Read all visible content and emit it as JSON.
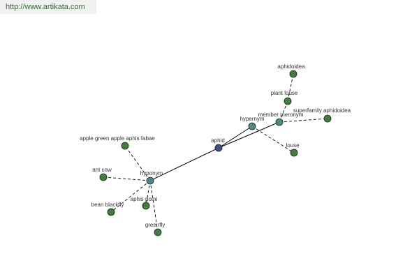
{
  "source_link": "http://www.artikata.com",
  "colors": {
    "root_fill": "#3f4e8c",
    "relation_fill": "#4a8a88",
    "leaf_fill": "#3f7f3a",
    "node_stroke": "#222222",
    "edge": "#000000"
  },
  "nodes": [
    {
      "id": "aphid",
      "label": "aphid",
      "kind": "root"
    },
    {
      "id": "hyponym",
      "label": "hyponym",
      "kind": "relation"
    },
    {
      "id": "hypernym",
      "label": "hypernym",
      "kind": "relation"
    },
    {
      "id": "member_meronym",
      "label": "member meronym",
      "kind": "relation"
    },
    {
      "id": "apple_green_apple_aphis_fabae",
      "label": "apple green apple aphis fabae",
      "kind": "leaf"
    },
    {
      "id": "ant_cow",
      "label": "ant cow",
      "kind": "leaf"
    },
    {
      "id": "aphis_pomi",
      "label": "aphis pomi",
      "kind": "leaf"
    },
    {
      "id": "bean_blackfly",
      "label": "bean blackfly",
      "kind": "leaf"
    },
    {
      "id": "greenfly",
      "label": "greenfly",
      "kind": "leaf"
    },
    {
      "id": "plant_louse",
      "label": "plant louse",
      "kind": "leaf"
    },
    {
      "id": "aphidoidea",
      "label": "aphidoidea",
      "kind": "leaf"
    },
    {
      "id": "superfamily_aphidoidea",
      "label": "superfamily aphidoidea",
      "kind": "leaf"
    },
    {
      "id": "louse",
      "label": "louse",
      "kind": "leaf"
    }
  ],
  "edges": [
    {
      "from": "aphid",
      "to": "hyponym",
      "style": "solid"
    },
    {
      "from": "aphid",
      "to": "hypernym",
      "style": "solid"
    },
    {
      "from": "aphid",
      "to": "member_meronym",
      "style": "solid"
    },
    {
      "from": "hyponym",
      "to": "apple_green_apple_aphis_fabae",
      "style": "dashed"
    },
    {
      "from": "hyponym",
      "to": "ant_cow",
      "style": "dashed"
    },
    {
      "from": "hyponym",
      "to": "aphis_pomi",
      "style": "dashed"
    },
    {
      "from": "hyponym",
      "to": "bean_blackfly",
      "style": "dashed"
    },
    {
      "from": "hyponym",
      "to": "greenfly",
      "style": "dashed"
    },
    {
      "from": "hypernym",
      "to": "louse",
      "style": "dashed"
    },
    {
      "from": "member_meronym",
      "to": "plant_louse",
      "style": "dashed"
    },
    {
      "from": "member_meronym",
      "to": "superfamily_aphidoidea",
      "style": "dashed"
    },
    {
      "from": "plant_louse",
      "to": "aphidoidea",
      "style": "dashed"
    }
  ]
}
